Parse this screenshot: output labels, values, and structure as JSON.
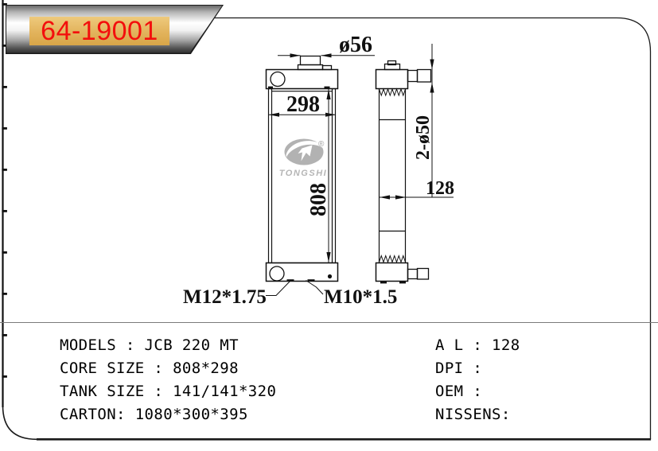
{
  "banner": {
    "part_number": "64-19001",
    "plate_color": "#e2b35c",
    "text_color": "#f30f0d"
  },
  "logo": {
    "brand": "TONGSHI",
    "registered": "®"
  },
  "dims": {
    "filler_neck": "ø56",
    "core_width": "298",
    "core_height": "808",
    "drain_plug": "M12*1.75",
    "mount_thread": "M10*1.5",
    "pipes": "2-ø50",
    "depth": "128"
  },
  "spec": {
    "left": [
      "MODELS : JCB 220 MT",
      "CORE SIZE : 808*298",
      "TANK SIZE : 141/141*320",
      "CARTON: 1080*300*395"
    ],
    "right": [
      "A L : 128",
      "DPI :",
      "OEM :",
      "NISSENS:"
    ]
  }
}
